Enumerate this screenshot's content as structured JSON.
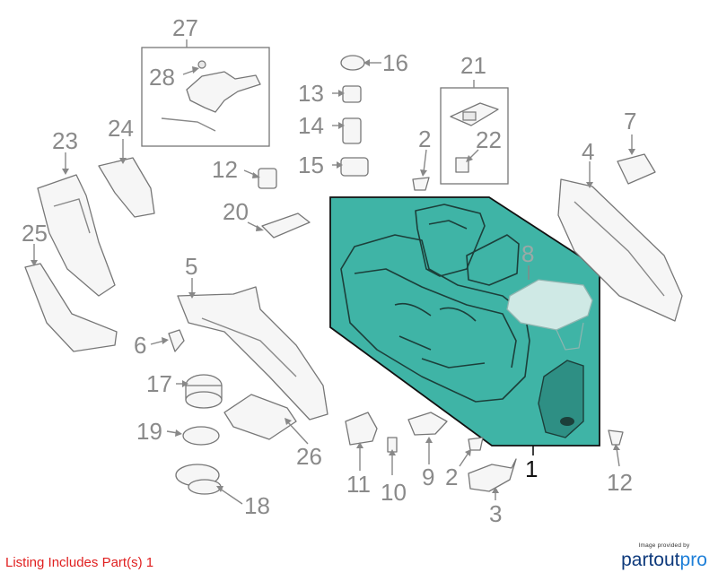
{
  "labels": {
    "l1": "1",
    "l2a": "2",
    "l2b": "2",
    "l3": "3",
    "l4": "4",
    "l5": "5",
    "l6": "6",
    "l7": "7",
    "l8": "8",
    "l9": "9",
    "l10": "10",
    "l11": "11",
    "l12a": "12",
    "l12b": "12",
    "l13": "13",
    "l14": "14",
    "l15": "15",
    "l16": "16",
    "l17": "17",
    "l18": "18",
    "l19": "19",
    "l20": "20",
    "l21": "21",
    "l22": "22",
    "l23": "23",
    "l24": "24",
    "l25": "25",
    "l26": "26",
    "l27": "27",
    "l28": "28"
  },
  "listing_text": "Listing Includes Part(s) 1",
  "credit": {
    "caption": "Image provided by",
    "brand_main": "partout",
    "brand_accent": "pro"
  },
  "colors": {
    "highlight": "#3fb4a6",
    "listing_text": "#e02020",
    "brand_main": "#0e3a7c",
    "brand_accent": "#1e7fd8"
  }
}
